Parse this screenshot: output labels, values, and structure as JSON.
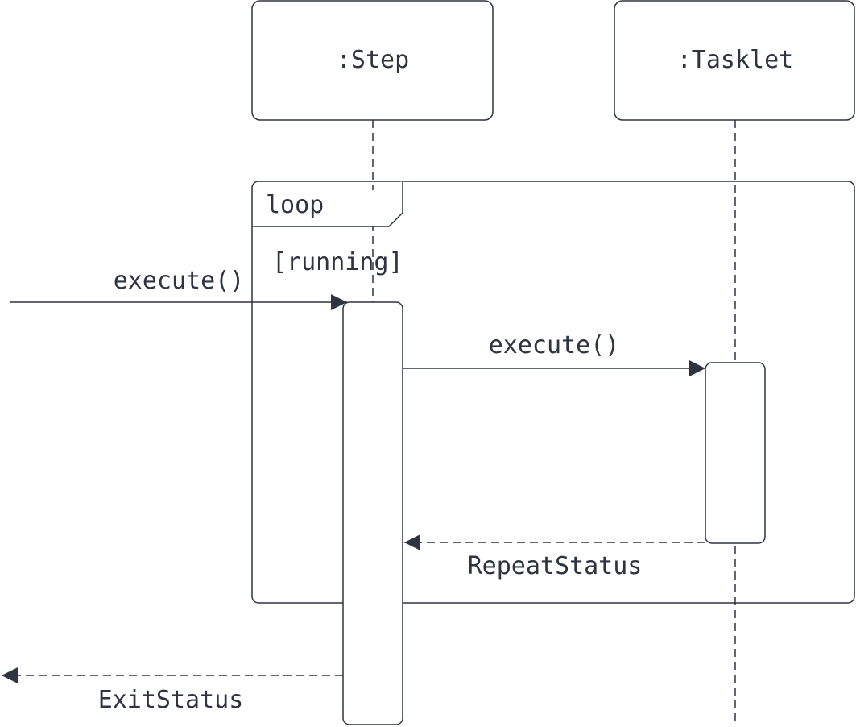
{
  "diagram": {
    "type": "sequence",
    "participants": [
      {
        "id": "step",
        "label": ":Step"
      },
      {
        "id": "tasklet",
        "label": ":Tasklet"
      }
    ],
    "fragment": {
      "operator": "loop",
      "guard": "[running]"
    },
    "messages": [
      {
        "from": "external",
        "to": "step",
        "label": "execute()",
        "style": "sync"
      },
      {
        "from": "step",
        "to": "tasklet",
        "label": "execute()",
        "style": "sync"
      },
      {
        "from": "tasklet",
        "to": "step",
        "label": "RepeatStatus",
        "style": "return"
      },
      {
        "from": "step",
        "to": "external",
        "label": "ExitStatus",
        "style": "return"
      }
    ],
    "colors": {
      "stroke": "#2e3440",
      "background": "#ffffff"
    }
  }
}
